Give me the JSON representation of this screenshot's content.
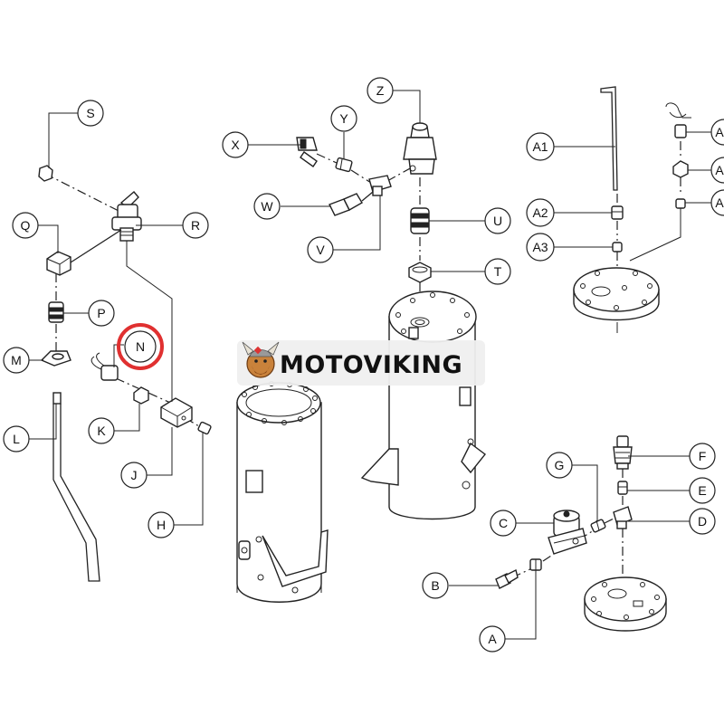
{
  "diagram": {
    "callouts": {
      "S": "S",
      "R": "R",
      "Q": "Q",
      "P": "P",
      "N": "N",
      "M": "M",
      "L": "L",
      "K": "K",
      "J": "J",
      "H": "H",
      "X": "X",
      "Y": "Y",
      "Z": "Z",
      "W": "W",
      "V": "V",
      "U": "U",
      "T": "T",
      "A1": "A1",
      "A2": "A2",
      "A3": "A3",
      "G": "G",
      "F": "F",
      "E": "E",
      "D": "D",
      "C": "C",
      "B": "B",
      "A": "A",
      "edge1": "A",
      "edge2": "A",
      "edge3": "A"
    },
    "highlighted_callout": "N",
    "highlight_color": "#e03030"
  },
  "watermark": {
    "text": "MOTOVIKING",
    "logo_icon": "viking-mascot-icon"
  }
}
